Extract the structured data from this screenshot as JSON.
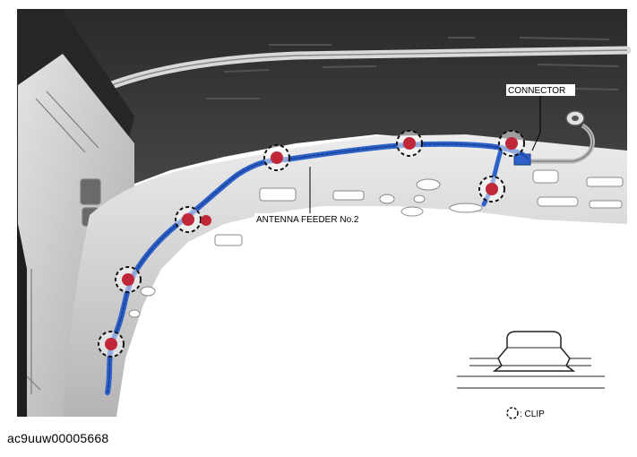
{
  "labels": {
    "connector": "CONNECTOR",
    "antenna_feeder": "ANTENNA FEEDER No.2",
    "clip_legend": ": CLIP"
  },
  "figure_id": "ac9uuw00005668",
  "colors": {
    "feeder_wire": "#2f62c8",
    "clip_body": "#c0283a",
    "body_panel": "#cfcfcf",
    "roof_panel": "#3a3a3a"
  },
  "clip_count": 8
}
